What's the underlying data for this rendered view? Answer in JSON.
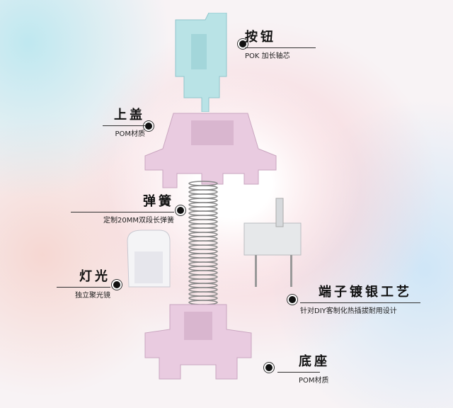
{
  "labels": {
    "stem": {
      "title": "按钮",
      "sub": "POK 加长轴芯"
    },
    "top_housing": {
      "title": "上盖",
      "sub": "POM材质"
    },
    "spring": {
      "title": "弹簧",
      "sub": "定制20MM双段长弹簧"
    },
    "light": {
      "title": "灯光",
      "sub": "独立聚光镜"
    },
    "terminal": {
      "title": "端子镀银工艺",
      "sub": "针对DIY客制化热插拔耐用设计"
    },
    "bottom_housing": {
      "title": "底座",
      "sub": "POM材质"
    }
  },
  "colors": {
    "stem": "#b9e3e6",
    "housing": "#e9cbe0",
    "light": "#f4f4f6",
    "terminal": "#e6e8ea"
  }
}
